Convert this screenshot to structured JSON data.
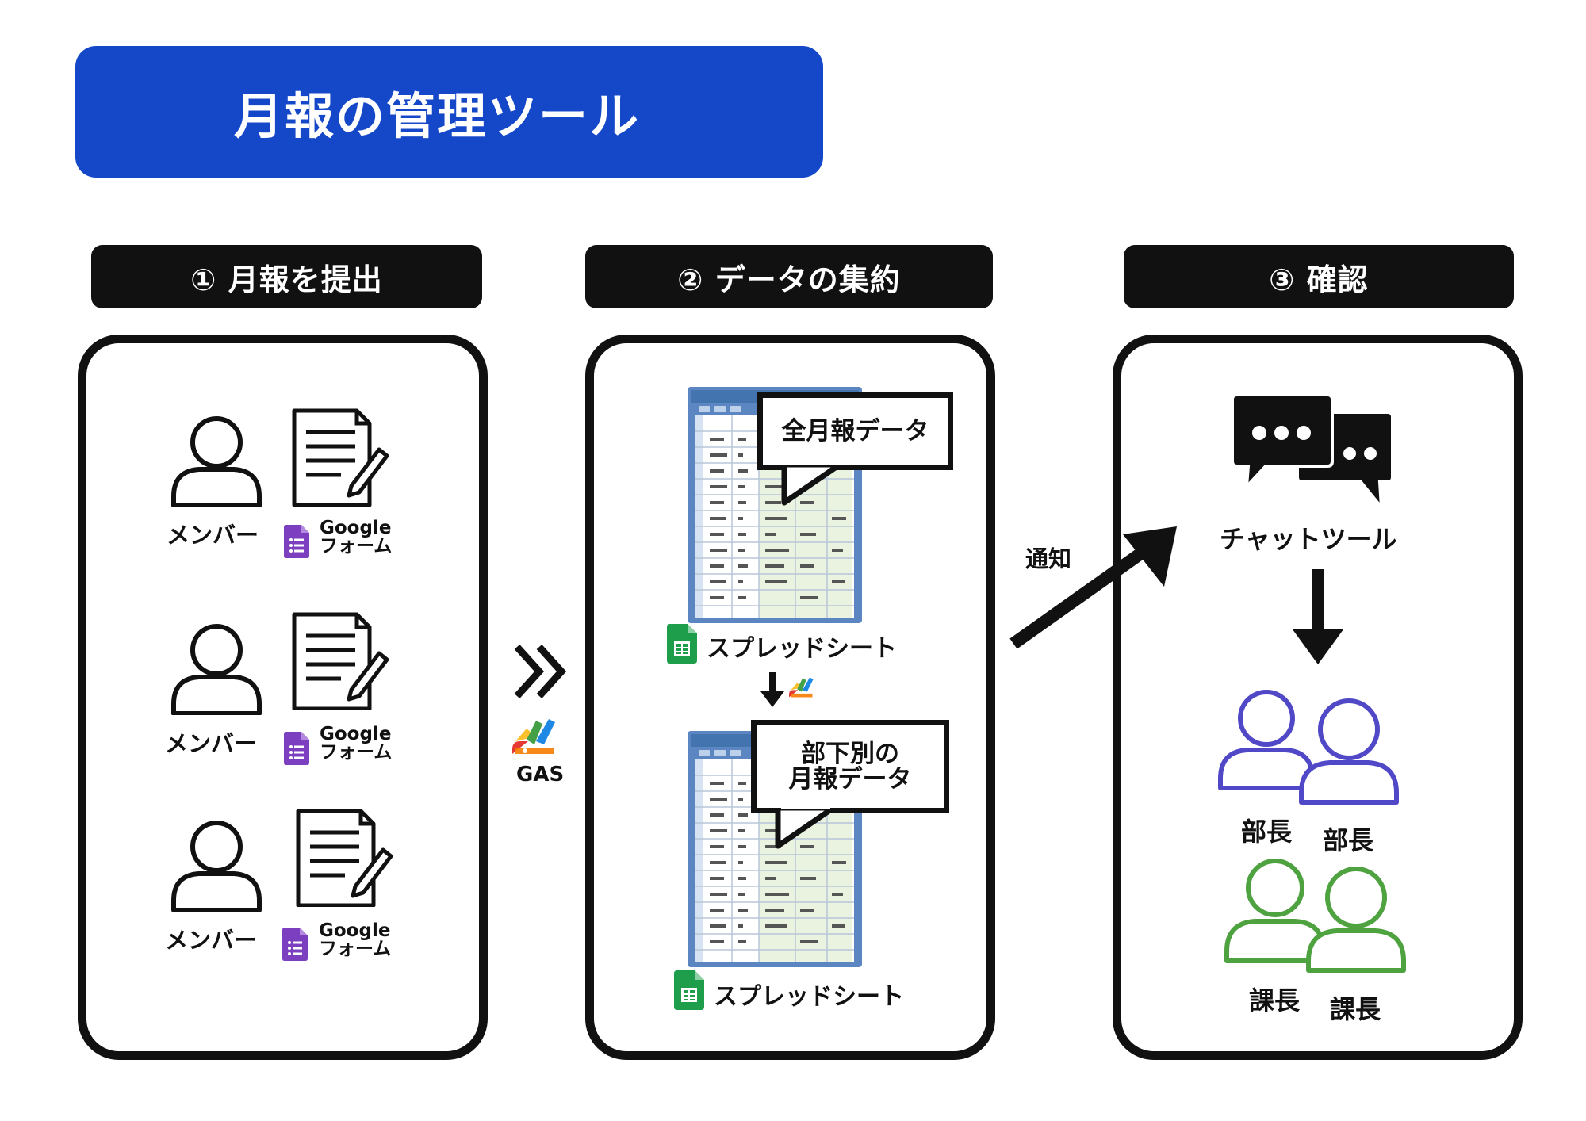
{
  "title": "月報の管理ツール",
  "steps": [
    {
      "label": "① 月報を提出"
    },
    {
      "label": "② データの集約"
    },
    {
      "label": "③ 確認"
    }
  ],
  "step1": {
    "rows": [
      {
        "person": "メンバー",
        "form": "Google\nフォーム"
      },
      {
        "person": "メンバー",
        "form": "Google\nフォーム"
      },
      {
        "person": "メンバー",
        "form": "Google\nフォーム"
      }
    ]
  },
  "connector": {
    "gas_label": "GAS",
    "notify_label": "通知"
  },
  "step2": {
    "sheet1_label": "スプレッドシート",
    "bubble1": "全月報データ",
    "sheet2_label": "スプレッドシート",
    "bubble2": "部下別の\n月報データ"
  },
  "step3": {
    "chat_label": "チャットツール",
    "managers": [
      "部長",
      "部長"
    ],
    "section_chiefs": [
      "課長",
      "課長"
    ]
  },
  "colors": {
    "banner": "#1448c8",
    "form_icon": "#7b3fbf",
    "sheet_icon": "#1e9e4a",
    "manager": "#5048c6",
    "chief": "#4ea23f"
  }
}
